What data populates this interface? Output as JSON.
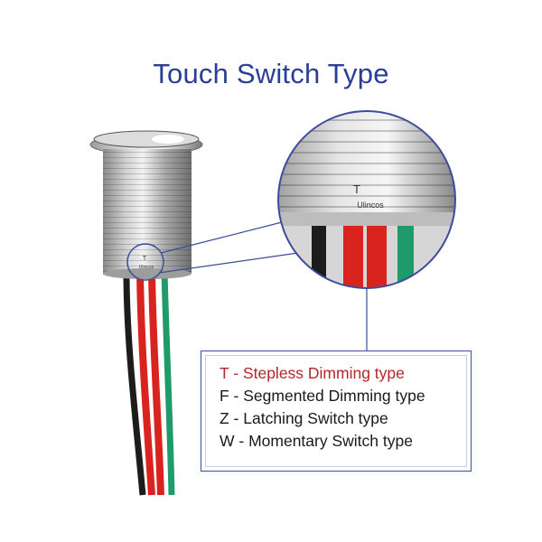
{
  "title": "Touch Switch Type",
  "switch_marking": {
    "letter": "T",
    "brand": "Ulincos"
  },
  "legend": {
    "items": [
      {
        "text": "T - Stepless Dimming type",
        "highlighted": true
      },
      {
        "text": "F - Segmented Dimming type",
        "highlighted": false
      },
      {
        "text": "Z - Latching Switch type",
        "highlighted": false
      },
      {
        "text": "W - Momentary Switch type",
        "highlighted": false
      }
    ]
  },
  "colors": {
    "title": "#2a3f95",
    "highlight": "#b3262b",
    "callout": "#3b4d9a",
    "wire_red": "#d9231f",
    "wire_green": "#1f9a6a",
    "wire_black": "#1c1c1c"
  }
}
